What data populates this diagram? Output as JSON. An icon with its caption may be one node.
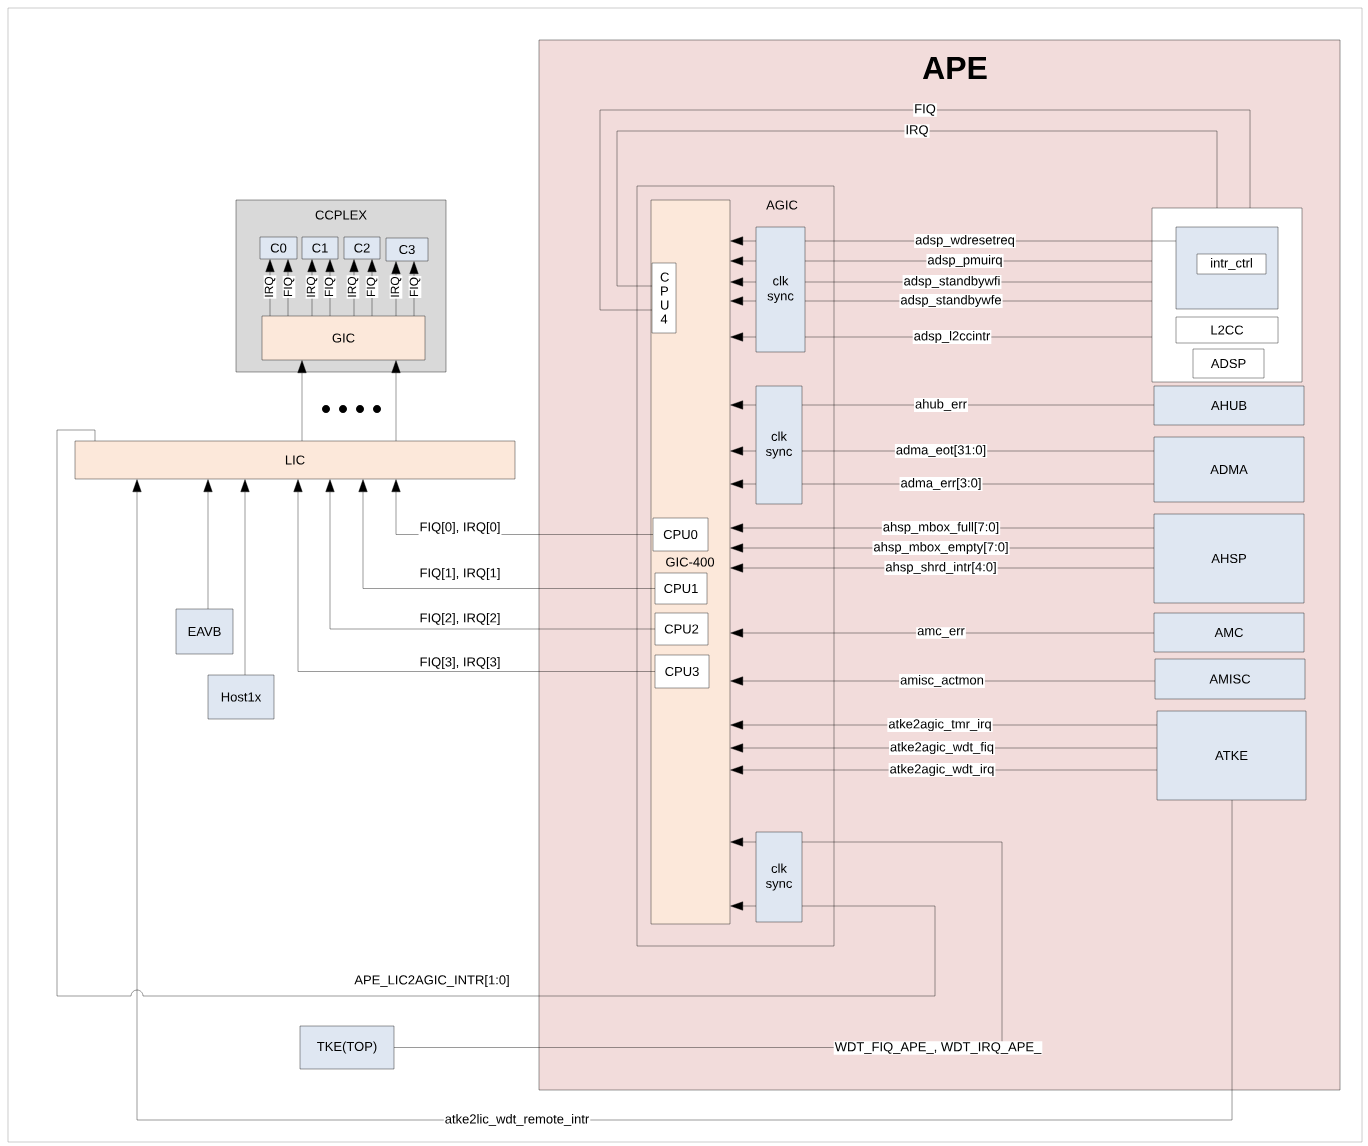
{
  "diagram": {
    "nodes": [
      {
        "text": [
          "CCPLEX"
        ]
      },
      {
        "text": [
          "C0"
        ],
        "in": 0
      },
      {
        "text": [
          "C1"
        ],
        "in": 0
      },
      {
        "text": [
          "C2"
        ],
        "in": 0
      },
      {
        "text": [
          "C3"
        ],
        "in": 0
      },
      {
        "text": [
          "GIC"
        ],
        "in": 0
      },
      {
        "text": [
          "LIC"
        ]
      },
      {
        "text": [
          "EAVB"
        ]
      },
      {
        "text": [
          "Host1x"
        ]
      },
      {
        "text": [
          "TKE(TOP)"
        ]
      },
      {
        "text": [
          "APE"
        ]
      },
      {
        "text": [
          "AGIC"
        ],
        "in": 10
      },
      {
        "text": [
          "GIC-400"
        ],
        "in": 11
      },
      {
        "text": [
          "C P U 4"
        ],
        "in": 12
      },
      {
        "text": [
          "CPU0"
        ],
        "in": 12
      },
      {
        "text": [
          "CPU1"
        ],
        "in": 12
      },
      {
        "text": [
          "CPU2"
        ],
        "in": 12
      },
      {
        "text": [
          "CPU3"
        ],
        "in": 12
      },
      {
        "text": [
          "clk sync"
        ],
        "in": 11
      },
      {
        "text": [
          "clk sync"
        ],
        "in": 11
      },
      {
        "text": [
          "clk sync"
        ],
        "in": 11
      },
      {
        "text": [],
        "shape": "box",
        "in": 10
      },
      {
        "text": [],
        "shape": "box",
        "in": 21
      },
      {
        "text": [
          "intr_ctrl"
        ],
        "in": 22
      },
      {
        "text": [
          "L2CC"
        ],
        "in": 21
      },
      {
        "text": [
          "ADSP"
        ],
        "in": 21
      },
      {
        "text": [
          "AHUB"
        ],
        "in": 10
      },
      {
        "text": [
          "ADMA"
        ],
        "in": 10
      },
      {
        "text": [
          "AHSP"
        ],
        "in": 10
      },
      {
        "text": [
          "AMC"
        ],
        "in": 10
      },
      {
        "text": [
          "AMISC"
        ],
        "in": 10
      },
      {
        "text": [
          "ATKE"
        ],
        "in": 10
      }
    ],
    "edges": [
      {
        "from": 5,
        "to": 1,
        "arrow": "to",
        "label": "IRQ"
      },
      {
        "from": 5,
        "to": 1,
        "arrow": "to",
        "label": "FIQ"
      },
      {
        "from": 5,
        "to": 2,
        "arrow": "to",
        "label": "IRQ"
      },
      {
        "from": 5,
        "to": 2,
        "arrow": "to",
        "label": "FIQ"
      },
      {
        "from": 5,
        "to": 3,
        "arrow": "to",
        "label": "IRQ"
      },
      {
        "from": 5,
        "to": 3,
        "arrow": "to",
        "label": "FIQ"
      },
      {
        "from": 5,
        "to": 4,
        "arrow": "to",
        "label": "IRQ"
      },
      {
        "from": 5,
        "to": 4,
        "arrow": "to",
        "label": "FIQ"
      },
      {
        "from": 6,
        "to": 5,
        "arrow": "to"
      },
      {
        "from": 6,
        "to": 5,
        "arrow": "to"
      },
      {
        "from": 7,
        "to": 6,
        "arrow": "to"
      },
      {
        "from": 8,
        "to": 6,
        "arrow": "to"
      },
      {
        "from": 14,
        "to": 6,
        "arrow": "to",
        "label": "FIQ[0], IRQ[0]"
      },
      {
        "from": 15,
        "to": 6,
        "arrow": "to",
        "label": "FIQ[1], IRQ[1]"
      },
      {
        "from": 16,
        "to": 6,
        "arrow": "to",
        "label": "FIQ[2], IRQ[2]"
      },
      {
        "from": 17,
        "to": 6,
        "arrow": "to",
        "label": "FIQ[3], IRQ[3]"
      },
      {
        "from": 21,
        "to": 13,
        "arrow": "none",
        "label": "FIQ"
      },
      {
        "from": 21,
        "to": 13,
        "arrow": "none",
        "label": "IRQ"
      },
      {
        "from": 22,
        "to": 18,
        "arrow": "none",
        "label": "adsp_wdresetreq"
      },
      {
        "from": 18,
        "to": 12,
        "arrow": "to"
      },
      {
        "from": 21,
        "to": 18,
        "arrow": "none",
        "label": "adsp_pmuirq"
      },
      {
        "from": 18,
        "to": 12,
        "arrow": "to"
      },
      {
        "from": 21,
        "to": 18,
        "arrow": "none",
        "label": "adsp_standbywfi"
      },
      {
        "from": 18,
        "to": 12,
        "arrow": "to"
      },
      {
        "from": 21,
        "to": 18,
        "arrow": "none",
        "label": "adsp_standbywfe"
      },
      {
        "from": 18,
        "to": 12,
        "arrow": "to"
      },
      {
        "from": 21,
        "to": 18,
        "arrow": "none",
        "label": "adsp_l2ccintr"
      },
      {
        "from": 18,
        "to": 12,
        "arrow": "to"
      },
      {
        "from": 26,
        "to": 19,
        "arrow": "none",
        "label": "ahub_err"
      },
      {
        "from": 19,
        "to": 12,
        "arrow": "to"
      },
      {
        "from": 27,
        "to": 19,
        "arrow": "none",
        "label": "adma_eot[31:0]"
      },
      {
        "from": 19,
        "to": 12,
        "arrow": "to"
      },
      {
        "from": 27,
        "to": 19,
        "arrow": "none",
        "label": "adma_err[3:0]"
      },
      {
        "from": 19,
        "to": 12,
        "arrow": "to"
      },
      {
        "from": 28,
        "to": 12,
        "arrow": "to",
        "label": "ahsp_mbox_full[7:0]"
      },
      {
        "from": 28,
        "to": 12,
        "arrow": "to",
        "label": "ahsp_mbox_empty[7:0]"
      },
      {
        "from": 28,
        "to": 12,
        "arrow": "to",
        "label": "ahsp_shrd_intr[4:0]"
      },
      {
        "from": 29,
        "to": 12,
        "arrow": "to",
        "label": "amc_err"
      },
      {
        "from": 30,
        "to": 12,
        "arrow": "to",
        "label": "amisc_actmon"
      },
      {
        "from": 31,
        "to": 12,
        "arrow": "to",
        "label": "atke2agic_tmr_irq"
      },
      {
        "from": 31,
        "to": 12,
        "arrow": "to",
        "label": "atke2agic_wdt_fiq"
      },
      {
        "from": 31,
        "to": 12,
        "arrow": "to",
        "label": "atke2agic_wdt_irq"
      },
      {
        "from": 9,
        "to": 20,
        "arrow": "none",
        "label": "WDT_FIQ_APE_, WDT_IRQ_APE_"
      },
      {
        "from": 20,
        "to": 12,
        "arrow": "to"
      },
      {
        "from": 6,
        "to": 20,
        "arrow": "none",
        "label": "APE_LIC2AGIC_INTR[1:0]"
      },
      {
        "from": 20,
        "to": 12,
        "arrow": "to"
      },
      {
        "from": 31,
        "to": 6,
        "arrow": "to",
        "label": "atke2lic_wdt_remote_intr"
      }
    ]
  }
}
